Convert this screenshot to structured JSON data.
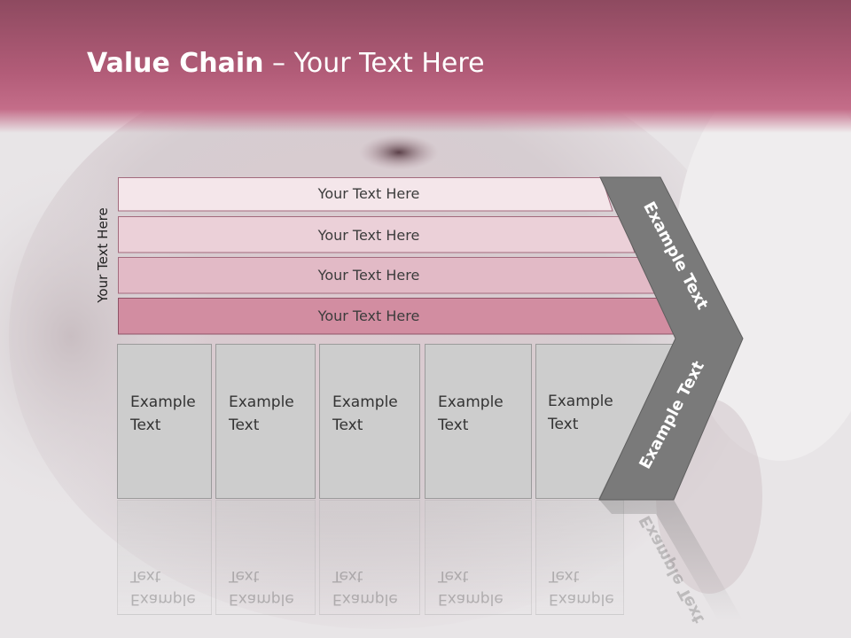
{
  "slide": {
    "title_bold": "Value Chain",
    "title_rest": " – Your Text Here",
    "side_label": "Your Text Here",
    "bars": [
      {
        "label": "Your Text Here",
        "fill": "#f4e6ea"
      },
      {
        "label": "Your Text Here",
        "fill": "#ebd0d8"
      },
      {
        "label": "Your Text Here",
        "fill": "#e2bac6"
      },
      {
        "label": "Your Text Here",
        "fill": "#d28da1"
      }
    ],
    "boxes": [
      {
        "text": "Example\nText"
      },
      {
        "text": "Example\nText"
      },
      {
        "text": "Example\nText"
      },
      {
        "text": "Example\nText"
      },
      {
        "text": "Example\nText"
      }
    ],
    "chevron_top_text": "Example Text",
    "chevron_bottom_text": "Example Text",
    "colors": {
      "header": "#b25c78",
      "chevron": "#7a7a7a",
      "box": "#cdcdcd"
    }
  }
}
